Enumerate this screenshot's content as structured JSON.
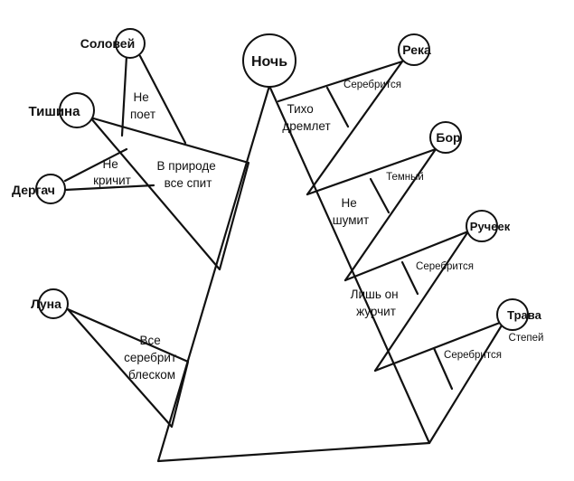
{
  "nodes": {
    "noch": "Ночь",
    "reka": "Река",
    "bor": "Бор",
    "ruchey": "Ручеек",
    "trava": "Трава",
    "solovey": "Соловей",
    "tishina": "Тишина",
    "dergach": "Дергач",
    "luna": "Луна"
  },
  "labels": {
    "ne_poet": [
      "Не",
      "поет"
    ],
    "v_prirode": [
      "В природе",
      "все спит"
    ],
    "ne_krichit": [
      "Не",
      "кричит"
    ],
    "vse_serebrit": [
      "Все",
      "серебрит",
      "блеском"
    ],
    "tikho_dremlet": [
      "Тихо",
      "дремлет"
    ],
    "serebritsya_reka": "Серебрится",
    "temny": "Темный",
    "ne_shumit": [
      "Не",
      "шумит"
    ],
    "serebritsya_ruchey": "Серебрится",
    "lish_on": [
      "Лишь он",
      "журчит"
    ],
    "serebritsya_trava": "Серебрится",
    "stepey": "Степей"
  }
}
